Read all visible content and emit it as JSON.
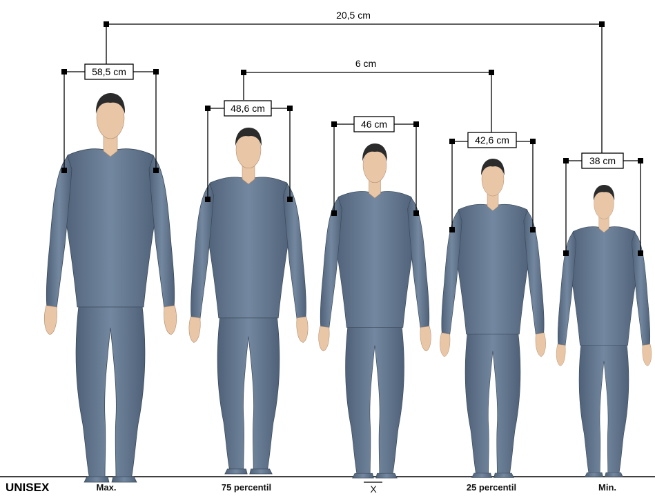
{
  "figures": [
    {
      "caption": "Max.",
      "width_label": "58,5 cm"
    },
    {
      "caption": "75 percentil",
      "width_label": "48,6 cm"
    },
    {
      "caption": "X",
      "width_label": "46 cm"
    },
    {
      "caption": "25 percentil",
      "width_label": "42,6 cm"
    },
    {
      "caption": "Min.",
      "width_label": "38 cm"
    }
  ],
  "outer_span_label": "20,5 cm",
  "inner_span_label": "6 cm",
  "group_label": "UNISEX",
  "colors": {
    "suit": "#6b7f96",
    "suit_dark": "#4a5b70",
    "skin": "#e8c6a6",
    "hair": "#2b2b2b"
  }
}
